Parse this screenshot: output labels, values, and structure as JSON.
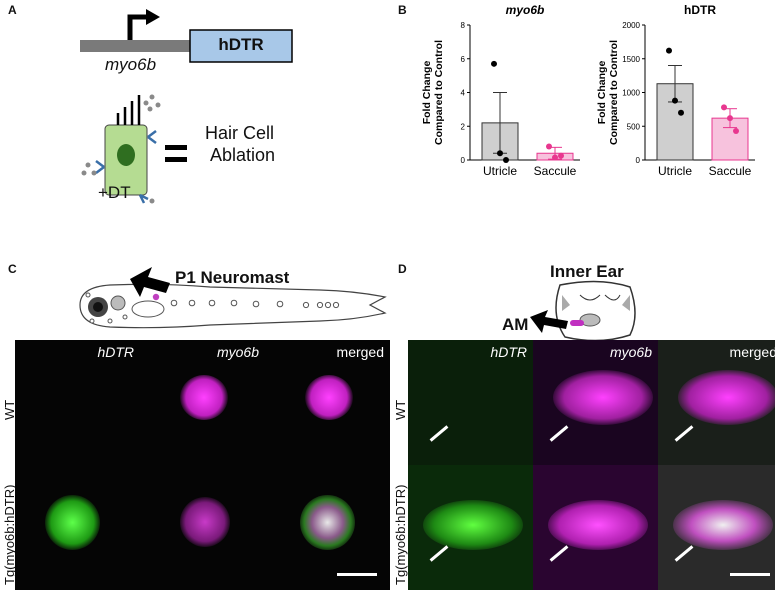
{
  "panel_labels": {
    "a": "A",
    "b": "B",
    "c": "C",
    "d": "D"
  },
  "panel_a": {
    "gene_label": "hDTR",
    "promoter_label": "myo6b",
    "equals": "=",
    "result_line1": "Hair Cell",
    "result_line2": "Ablation",
    "toxin_label": "+DT"
  },
  "panel_c": {
    "title": "P1 Neuromast",
    "col_labels": [
      "hDTR",
      "myo6b",
      "merged"
    ],
    "row_labels": [
      "WT",
      "Tg(myo6b:hDTR)"
    ]
  },
  "panel_d": {
    "title": "Inner Ear",
    "arrow_label": "AM",
    "col_labels": [
      "hDTR",
      "myo6b",
      "merged"
    ],
    "row_labels": [
      "WT",
      "Tg(myo6b:hDTR)"
    ]
  },
  "colors": {
    "hdtr": "#2ecc1f",
    "myo6b": "#e030e0",
    "utricle_fill": "#cfcfcf",
    "saccule_fill": "#f7c2dd",
    "saccule_dot": "#e8378f",
    "gene_box": "#a8c8e8",
    "hair_cell": "#b5dc92"
  },
  "chart_data": [
    {
      "type": "bar",
      "title": "myo6b",
      "ylabel": "Fold Change Compared to Control",
      "categories": [
        "Utricle",
        "Saccule"
      ],
      "values": [
        2.2,
        0.4
      ],
      "error": [
        1.8,
        0.35
      ],
      "points": [
        [
          5.7,
          0.4,
          0.0
        ],
        [
          0.8,
          0.15,
          0.25
        ]
      ],
      "ylim": [
        0,
        8
      ],
      "yticks": [
        0,
        2,
        4,
        6,
        8
      ]
    },
    {
      "type": "bar",
      "title": "hDTR",
      "ylabel": "Fold Change Compared to Control",
      "categories": [
        "Utricle",
        "Saccule"
      ],
      "values": [
        1130,
        620
      ],
      "error": [
        270,
        140
      ],
      "points": [
        [
          1620,
          880,
          700
        ],
        [
          780,
          620,
          430
        ]
      ],
      "ylim": [
        0,
        2000
      ],
      "yticks": [
        0,
        500,
        1000,
        1500,
        2000
      ]
    }
  ]
}
